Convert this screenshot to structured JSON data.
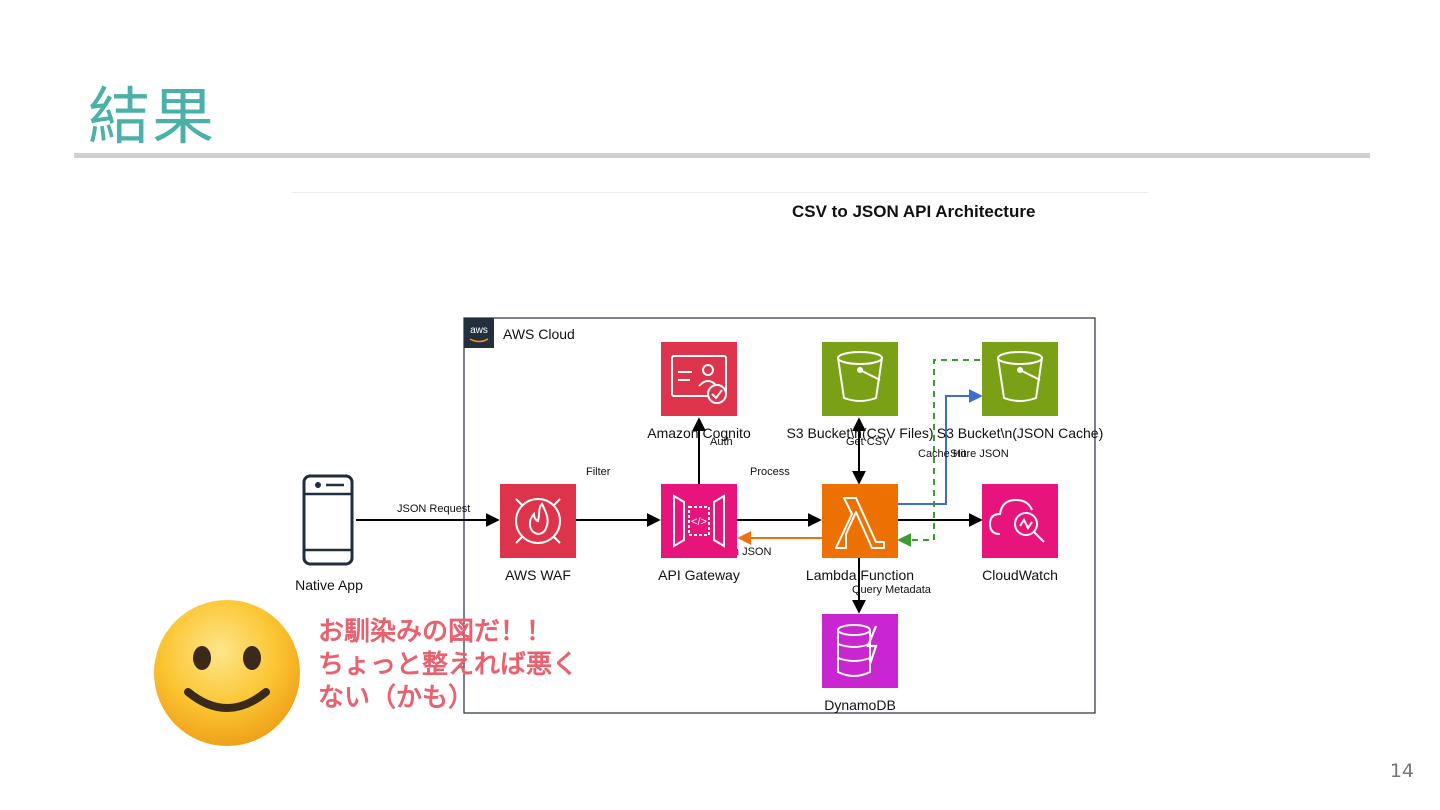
{
  "slide": {
    "title": "結果",
    "page_number": "14"
  },
  "diagram": {
    "title": "CSV to JSON API Architecture",
    "cloud_label": "AWS Cloud",
    "aws_badge": "aws",
    "nodes": {
      "native_app": "Native App",
      "waf": "AWS WAF",
      "api_gateway": "API Gateway",
      "cognito": "Amazon Cognito",
      "lambda": "Lambda Function",
      "s3_csv": "S3 Bucket\\n(CSV Files)",
      "s3_json": "S3 Bucket\\n(JSON Cache)",
      "cloudwatch": "CloudWatch",
      "dynamodb": "DynamoDB"
    },
    "edges": {
      "json_request": "JSON Request",
      "filter": "Filter",
      "auth": "Auth",
      "process": "Process",
      "return_json": "Return JSON",
      "get_csv": "Get CSV",
      "cache_hit": "Cache Hit",
      "store_json": "Store JSON",
      "query_metadata": "Query Metadata"
    },
    "colors": {
      "waf": "#dd344c",
      "api_gateway": "#e7157b",
      "cognito": "#dd344c",
      "lambda": "#ed7100",
      "s3": "#7aa116",
      "cloudwatch": "#e7157b",
      "dynamodb": "#c925d1",
      "return_arrow": "#ec7211",
      "store_arrow": "#3b6fc9",
      "cache_arrow": "#3f9b2e"
    }
  },
  "comment": {
    "text": "お馴染みの図だ！！\nちょっと整えれば悪く\nない（かも）",
    "emoji_icon": "slightly-smiling-face-icon",
    "color": "#e8616f"
  }
}
